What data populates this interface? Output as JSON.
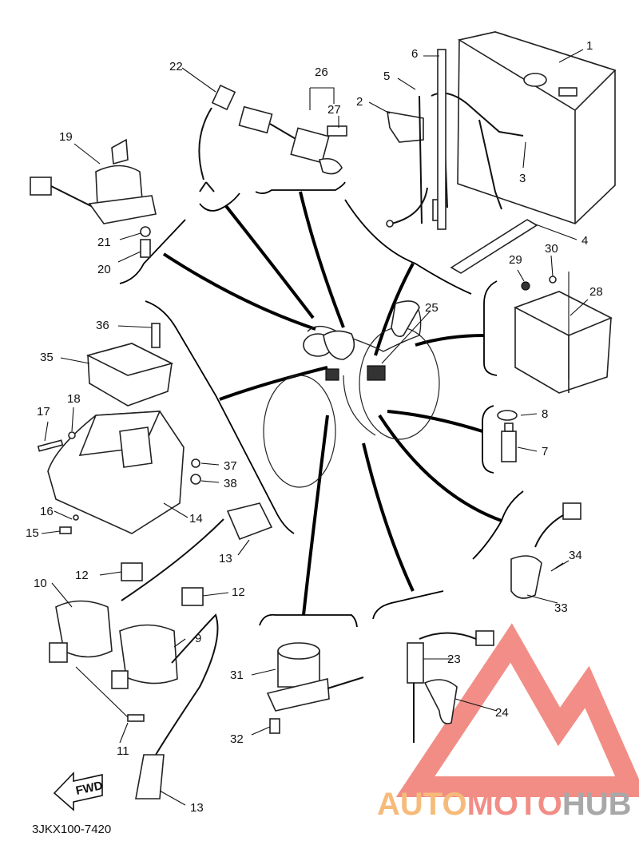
{
  "diagram_code": "3JKX100-7420",
  "fwd_label": "FWD",
  "watermark": {
    "word_part1": "AUTO",
    "word_part2": "MOTO",
    "word_part3": "HUB",
    "color_red": "#f07a72",
    "color_orange": "#f5b065",
    "color_gray": "#9a9a9a"
  },
  "callouts": {
    "c1": "1",
    "c2": "2",
    "c3": "3",
    "c4": "4",
    "c5": "5",
    "c6": "6",
    "c7": "7",
    "c8": "8",
    "c9": "9",
    "c10": "10",
    "c11": "11",
    "c12a": "12",
    "c12b": "12",
    "c13a": "13",
    "c13b": "13",
    "c14": "14",
    "c15": "15",
    "c16": "16",
    "c17": "17",
    "c18": "18",
    "c19": "19",
    "c20": "20",
    "c21": "21",
    "c22": "22",
    "c23": "23",
    "c24": "24",
    "c25": "25",
    "c26": "26",
    "c27": "27",
    "c28": "28",
    "c29": "29",
    "c30": "30",
    "c31": "31",
    "c32": "32",
    "c33": "33",
    "c34": "34",
    "c35": "35",
    "c36": "36",
    "c37": "37",
    "c38": "38"
  }
}
